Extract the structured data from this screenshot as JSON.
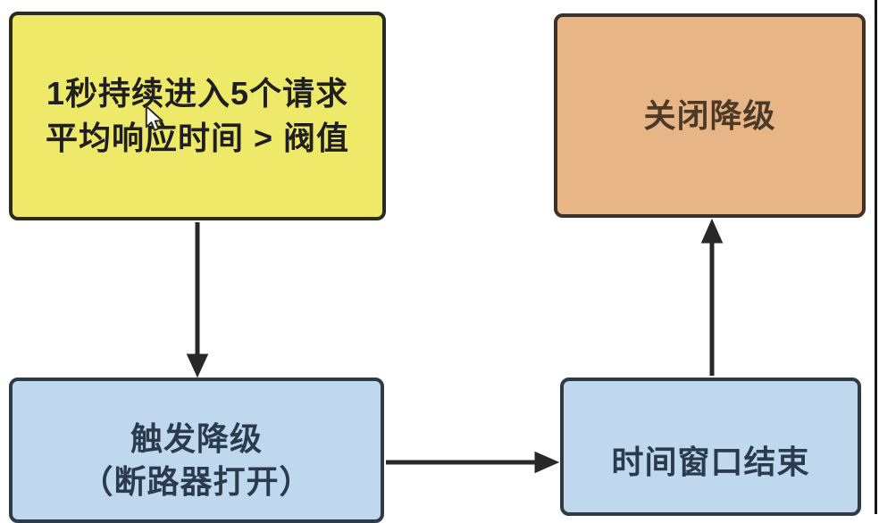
{
  "diagram": {
    "type": "flowchart",
    "background_color": "#ffffff",
    "frame_border_color": "#161616",
    "arrow_color": "#282828",
    "nodes": {
      "condition": {
        "line1": "1秒持续进入5个请求",
        "line2": "平均响应时间 > 阀值",
        "fill": "#efe969",
        "border_color": "#2b2b21",
        "text_color": "#1f1f1f"
      },
      "close_degrade": {
        "label": "关闭降级",
        "fill": "#e8b587",
        "border_color": "#3d3129",
        "text_color": "#4c3a29"
      },
      "trigger_degrade": {
        "line1": "触发降级",
        "line2": "（断路器打开）",
        "fill": "#bfd8ee",
        "border_color": "#2d3b47",
        "text_color": "#2b3b4d"
      },
      "time_window": {
        "label": "时间窗口结束",
        "fill": "#bfd8ee",
        "border_color": "#2d3b47",
        "text_color": "#2b3b4d"
      }
    },
    "edges": [
      {
        "from": "condition",
        "to": "trigger_degrade",
        "direction": "down"
      },
      {
        "from": "trigger_degrade",
        "to": "time_window",
        "direction": "right"
      },
      {
        "from": "time_window",
        "to": "close_degrade",
        "direction": "up"
      }
    ],
    "cursor": {
      "type": "arrow-pointer"
    }
  }
}
